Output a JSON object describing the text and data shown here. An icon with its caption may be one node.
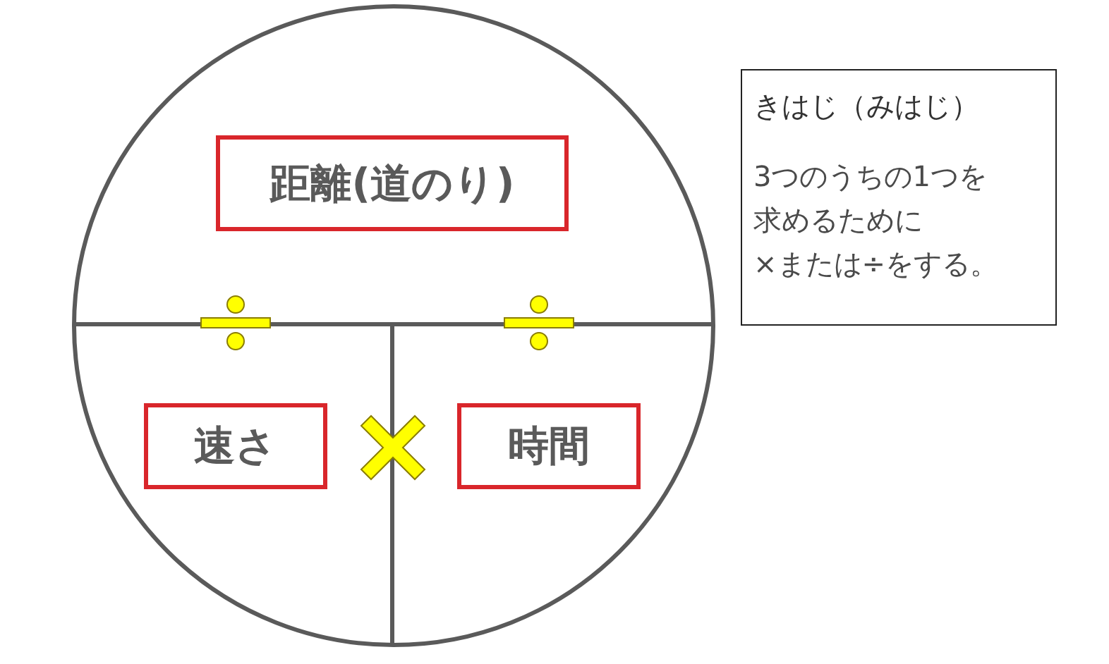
{
  "diagram": {
    "nodes": [
      {
        "text": [],
        "shape": "circle"
      },
      {
        "text": [
          "距離(道のり)"
        ],
        "in": 0
      },
      {
        "text": [
          "速さ"
        ],
        "in": 0
      },
      {
        "text": [
          "時間"
        ],
        "in": 0
      },
      {
        "text": [
          "きはじ（みはじ）",
          "3つのうちの1つを求めるために×または÷をする。"
        ]
      }
    ]
  }
}
